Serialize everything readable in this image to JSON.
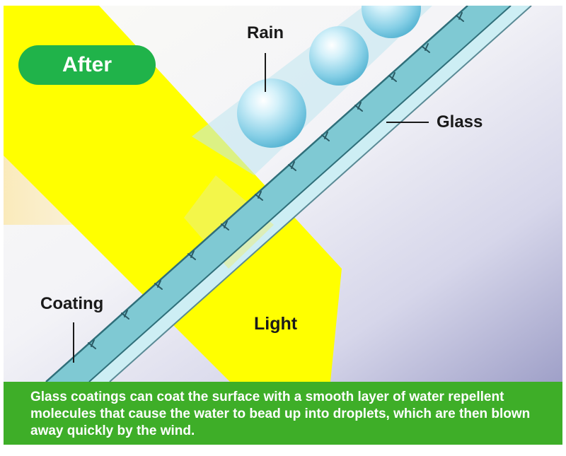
{
  "badge": {
    "label": "After",
    "color": "#20b34a"
  },
  "labels": {
    "rain": "Rain",
    "glass": "Glass",
    "coating": "Coating",
    "light": "Light"
  },
  "caption": {
    "text": "Glass coatings can coat the surface with a smooth layer of water repellent molecules that cause the water to bead up into droplets, which are then blown away quickly by the wind.",
    "background": "#3eae28"
  },
  "colors": {
    "light_beam": "#ffff00",
    "glass": "#c8ecf2",
    "coating": "#4eb6c4",
    "droplet": "#9ad8ec"
  }
}
